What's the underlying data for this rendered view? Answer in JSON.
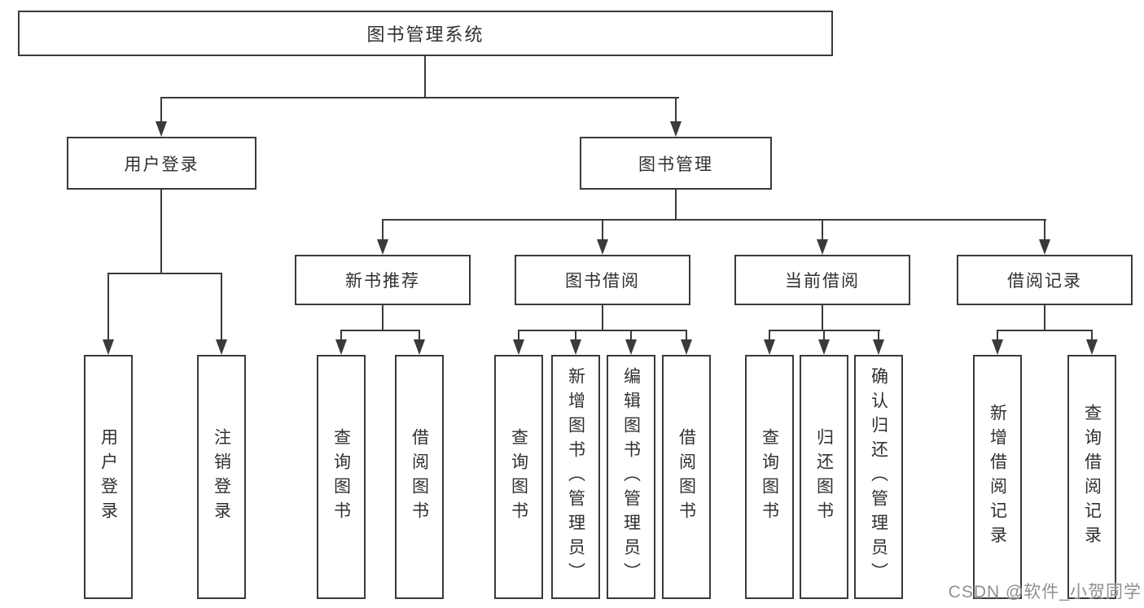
{
  "nodes": {
    "root": "图书管理系统",
    "level2": [
      "用户登录",
      "图书管理"
    ],
    "level3": [
      "新书推荐",
      "图书借阅",
      "当前借阅",
      "借阅记录"
    ],
    "leaves": {
      "login": [
        "用户登录",
        "注销登录"
      ],
      "recommend": [
        "查询图书",
        "借阅图书"
      ],
      "borrow": [
        "查询图书",
        "新增图书（管理员）",
        "编辑图书（管理员）",
        "借阅图书"
      ],
      "current": [
        "查询图书",
        "归还图书",
        "确认归还（管理员）"
      ],
      "records": [
        "新增借阅记录",
        "查询借阅记录"
      ]
    }
  },
  "watermark": "CSDN @软件_小贺同学",
  "colors": {
    "line": "#3a3a3a",
    "box_background": "#ffffff",
    "text": "#303030",
    "watermark": "#8f8f8f",
    "page_background": "#ffffff"
  }
}
